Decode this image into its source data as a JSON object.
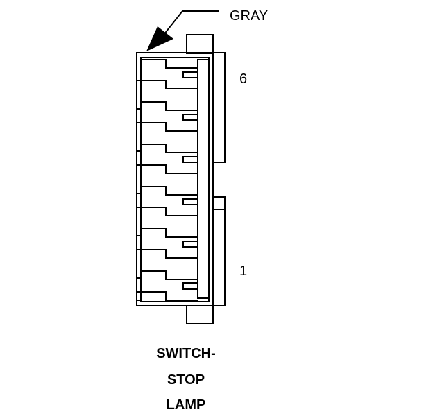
{
  "diagram": {
    "wire_color_label": "GRAY",
    "pin_labels": {
      "top": "6",
      "bottom": "1"
    },
    "caption": {
      "line1": "SWITCH-",
      "line2": "STOP",
      "line3": "LAMP"
    },
    "line_color": "#000000",
    "background_color": "#ffffff"
  }
}
